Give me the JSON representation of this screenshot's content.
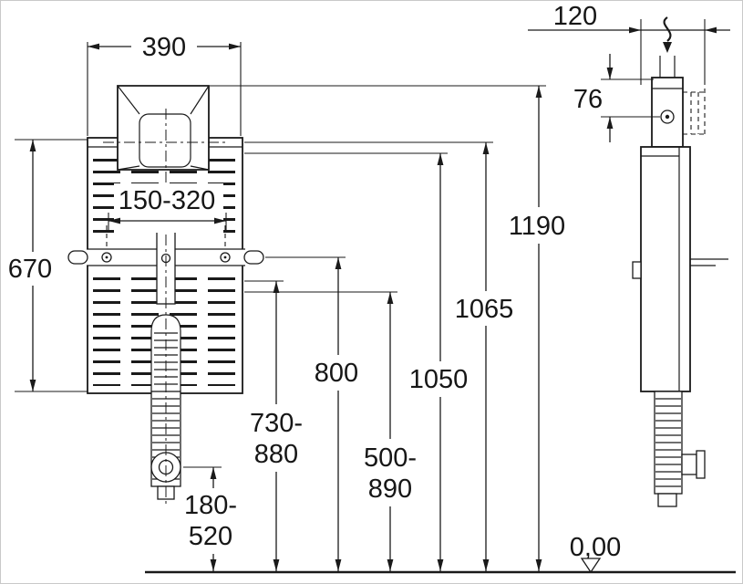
{
  "drawing": {
    "type": "technical-installation-diagram",
    "views": {
      "front": "front-view",
      "side": "side-view"
    },
    "colors": {
      "line": "#1a1a1a",
      "background": "#ffffff"
    },
    "dims": {
      "w390": "390",
      "range_150_320": "150-320",
      "h670": "670",
      "h800": "800",
      "h1050": "1050",
      "h1065": "1065",
      "h1190": "1190",
      "range_730_880": [
        "730-",
        "880"
      ],
      "range_500_890": [
        "500-",
        "890"
      ],
      "range_180_520": [
        "180-",
        "520"
      ],
      "depth_120": "120",
      "offset_76": "76",
      "datum_level": "0,00"
    },
    "icons": {
      "water_supply": "supply-squiggle-icon",
      "datum": "datum-triangle-icon"
    }
  }
}
